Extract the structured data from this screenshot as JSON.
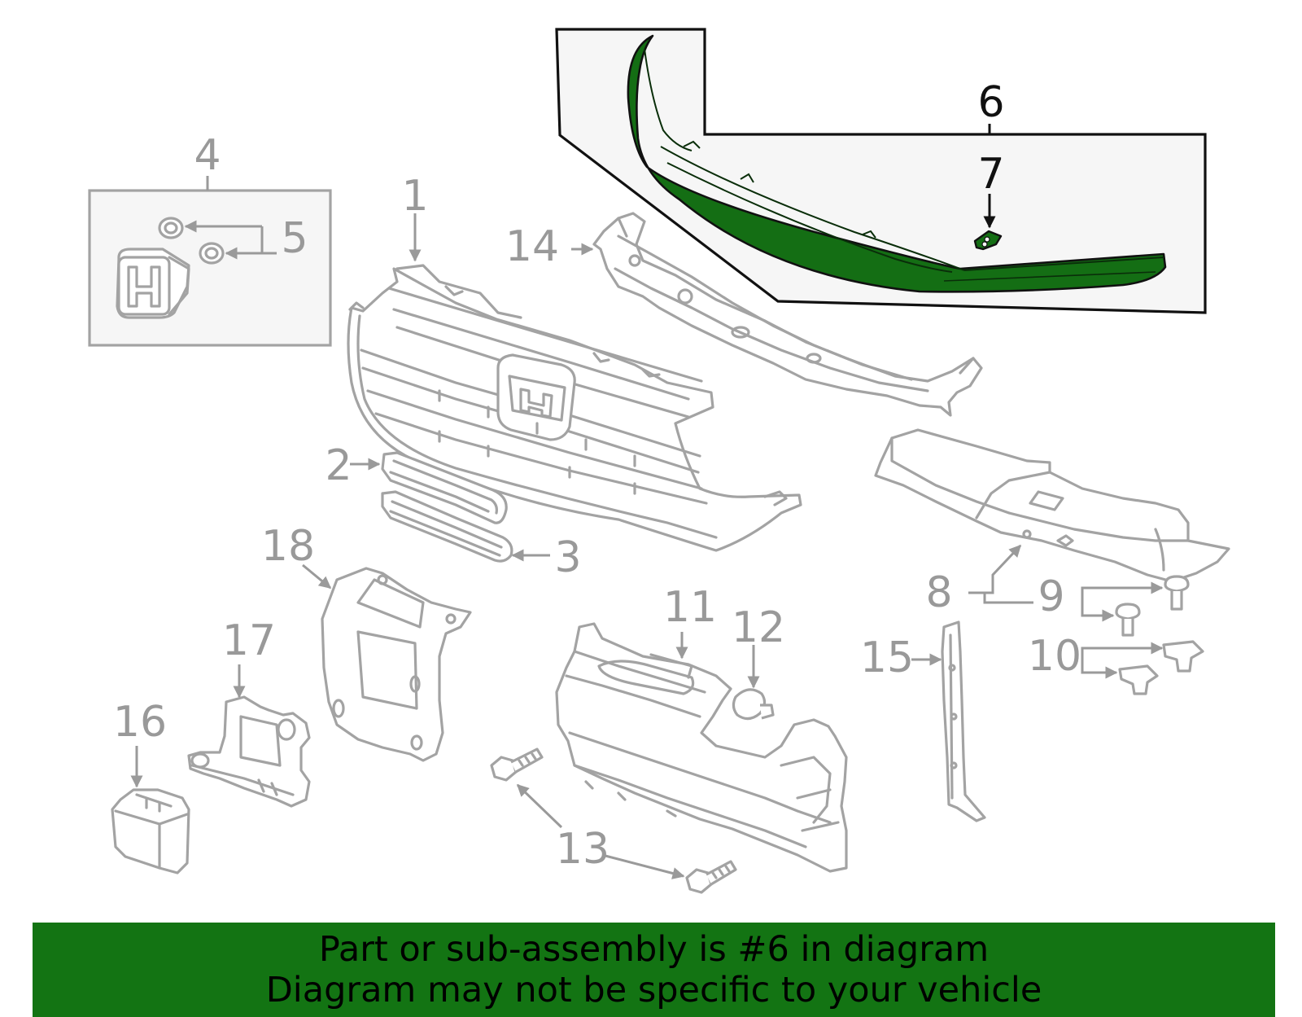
{
  "callouts": {
    "c1": "1",
    "c2": "2",
    "c3": "3",
    "c4": "4",
    "c5": "5",
    "c6": "6",
    "c7": "7",
    "c8": "8",
    "c9": "9",
    "c10": "10",
    "c11": "11",
    "c12": "12",
    "c13": "13",
    "c14": "14",
    "c15": "15",
    "c16": "16",
    "c17": "17",
    "c18": "18"
  },
  "highlight": {
    "part_number": "6",
    "color": "#146e14"
  },
  "colors": {
    "banner": "#137413",
    "line_art": "#a3a3a3",
    "callout_text": "#999999"
  },
  "banner": {
    "line1": "Part or sub-assembly is #6 in diagram",
    "line2": "Diagram may not be specific to your vehicle"
  }
}
